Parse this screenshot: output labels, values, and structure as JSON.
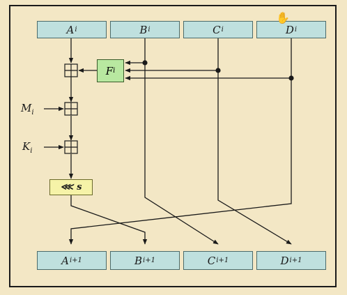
{
  "registers_top": [
    {
      "letter": "A",
      "sub": "i"
    },
    {
      "letter": "B",
      "sub": "i"
    },
    {
      "letter": "C",
      "sub": "i"
    },
    {
      "letter": "D",
      "sub": "i"
    }
  ],
  "registers_bottom": [
    {
      "letter": "A",
      "sub": "i+1"
    },
    {
      "letter": "B",
      "sub": "i+1"
    },
    {
      "letter": "C",
      "sub": "i+1"
    },
    {
      "letter": "D",
      "sub": "i+1"
    }
  ],
  "function_box": {
    "letter": "F",
    "sub": "i"
  },
  "inputs": [
    {
      "letter": "M",
      "sub": "i"
    },
    {
      "letter": "K",
      "sub": "i"
    }
  ],
  "shift_box": {
    "symbol": "⋘",
    "label": "s"
  },
  "colors": {
    "register_fill": "#bfe0de",
    "function_fill": "#b8e8a0",
    "shift_fill": "#f6f3a8",
    "background": "#f3e7c5"
  },
  "icons": {
    "cursor": "hand-cursor-icon",
    "adder": "modular-addition-icon"
  }
}
